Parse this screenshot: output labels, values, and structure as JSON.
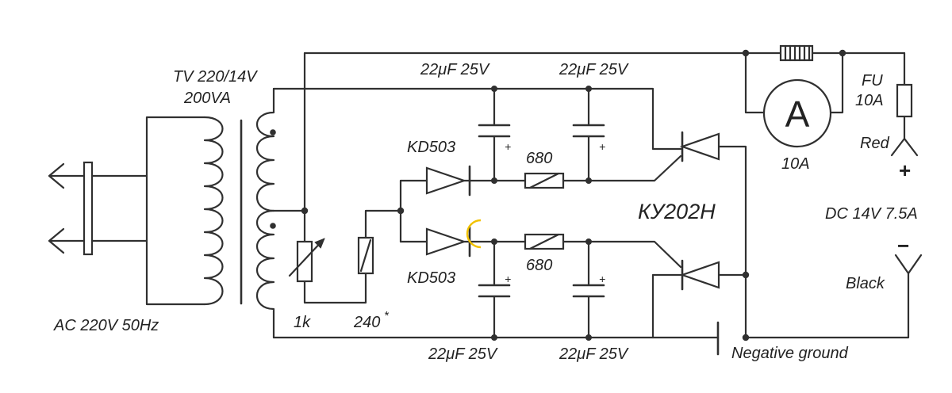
{
  "labels": {
    "transformer": "TV 220/14V",
    "transformer_power": "200VA",
    "ac_input": "AC 220V 50Hz",
    "pot": "1k",
    "resistor_240": "240",
    "resistor_240_mark": "*",
    "diode_top": "KD503",
    "diode_bottom": "KD503",
    "res_680_top": "680",
    "res_680_bottom": "680",
    "cap_top_left": "22μF 25V",
    "cap_top_right": "22μF 25V",
    "cap_bottom_left": "22μF 25V",
    "cap_bottom_right": "22μF 25V",
    "cap_plus": "+",
    "thyristor": "КУ202Н",
    "ammeter_symbol": "A",
    "ammeter_range": "10A",
    "fuse": "FU",
    "fuse_rating": "10A",
    "positive_wire": "Red",
    "positive_sign": "+",
    "output": "DC 14V 7.5A",
    "negative_sign": "−",
    "negative_wire": "Black",
    "ground": "Negative ground"
  },
  "colors": {
    "line": "#303030",
    "text": "#222222",
    "background": "#ffffff",
    "highlight": "#f2c200"
  }
}
